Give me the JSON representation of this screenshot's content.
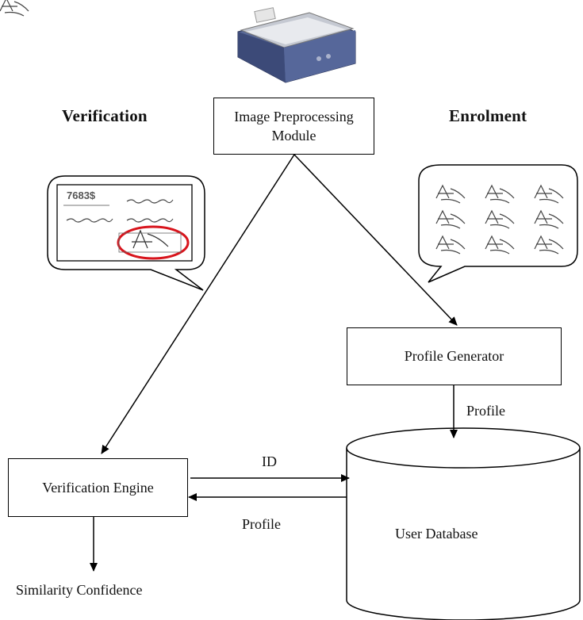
{
  "headings": {
    "verification": "Verification",
    "enrolment": "Enrolment"
  },
  "nodes": {
    "preprocessing_line1": "Image Preprocessing",
    "preprocessing_line2": "Module",
    "profile_generator": "Profile Generator",
    "verification_engine": "Verification Engine",
    "user_database": "User Database"
  },
  "edge_labels": {
    "profile_down": "Profile",
    "id": "ID",
    "profile_back": "Profile",
    "similarity": "Similarity Confidence"
  },
  "cheque": {
    "amount": "7683$"
  },
  "colors": {
    "stroke": "#000000",
    "highlight_circle": "#d8141c",
    "scanner_body": "#4a5a86",
    "scanner_lid": "#c9ccd3",
    "signature_ink": "#555555"
  },
  "icons": {
    "scanner": "scanner-icon",
    "cheque": "cheque-signature-icon",
    "signature_samples": "signature-samples-icon",
    "database": "database-cylinder-icon"
  }
}
